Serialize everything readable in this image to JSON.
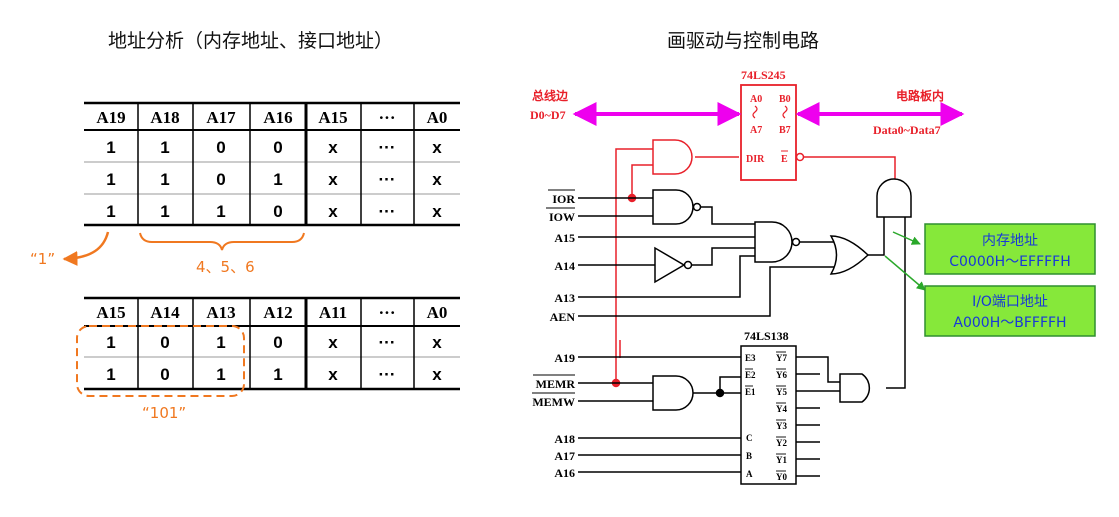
{
  "titles": {
    "left": "地址分析（内存地址、接口地址）",
    "right": "画驱动与控制电路"
  },
  "table1": {
    "headers": [
      "A19",
      "A18",
      "A17",
      "A16",
      "A15",
      "···",
      "A0"
    ],
    "rows": [
      [
        "1",
        "1",
        "0",
        "0",
        "x",
        "···",
        "x"
      ],
      [
        "1",
        "1",
        "0",
        "1",
        "x",
        "···",
        "x"
      ],
      [
        "1",
        "1",
        "1",
        "0",
        "x",
        "···",
        "x"
      ]
    ]
  },
  "table2": {
    "headers": [
      "A15",
      "A14",
      "A13",
      "A12",
      "A11",
      "···",
      "A0"
    ],
    "rows": [
      [
        "1",
        "0",
        "1",
        "0",
        "x",
        "···",
        "x"
      ],
      [
        "1",
        "0",
        "1",
        "1",
        "x",
        "···",
        "x"
      ]
    ]
  },
  "annotations": {
    "one": "“1”",
    "four_five_six": "4、5、6",
    "one_zero_one": "“101”"
  },
  "circuit": {
    "chip245": {
      "name": "74LS245",
      "a0": "A0",
      "a7": "A7",
      "b0": "B0",
      "b7": "B7",
      "dir": "DIR",
      "e": "E"
    },
    "bus_left": {
      "line1": "总线边",
      "line2": "D0~D7"
    },
    "bus_right": {
      "line1": "电路板内",
      "line2": "Data0~Data7"
    },
    "signals": {
      "ior": "IOR",
      "iow": "IOW",
      "a15": "A15",
      "a14": "A14",
      "a13": "A13",
      "aen": "AEN",
      "a19": "A19",
      "memr": "MEMR",
      "memw": "MEMW",
      "a18": "A18",
      "a17": "A17",
      "a16": "A16"
    },
    "chip138": {
      "name": "74LS138",
      "e3": "E3",
      "e2": "E2",
      "e1": "E1",
      "c": "C",
      "b": "B",
      "a": "A",
      "outputs": [
        "Y7",
        "Y6",
        "Y5",
        "Y4",
        "Y3",
        "Y2",
        "Y1",
        "Y0"
      ]
    },
    "box_mem": {
      "line1": "内存地址",
      "line2": "C0000H～EFFFFH"
    },
    "box_io": {
      "line1": "I/O端口地址",
      "line2": "A000H～BFFFFH"
    }
  },
  "colors": {
    "accent_orange": "#f07820",
    "bus_magenta": "#ee00ee",
    "wire_red": "#e8202a",
    "box_green_bg": "#86e83a",
    "box_green_border": "#2f8f2f",
    "box_text_blue": "#1838d8"
  }
}
